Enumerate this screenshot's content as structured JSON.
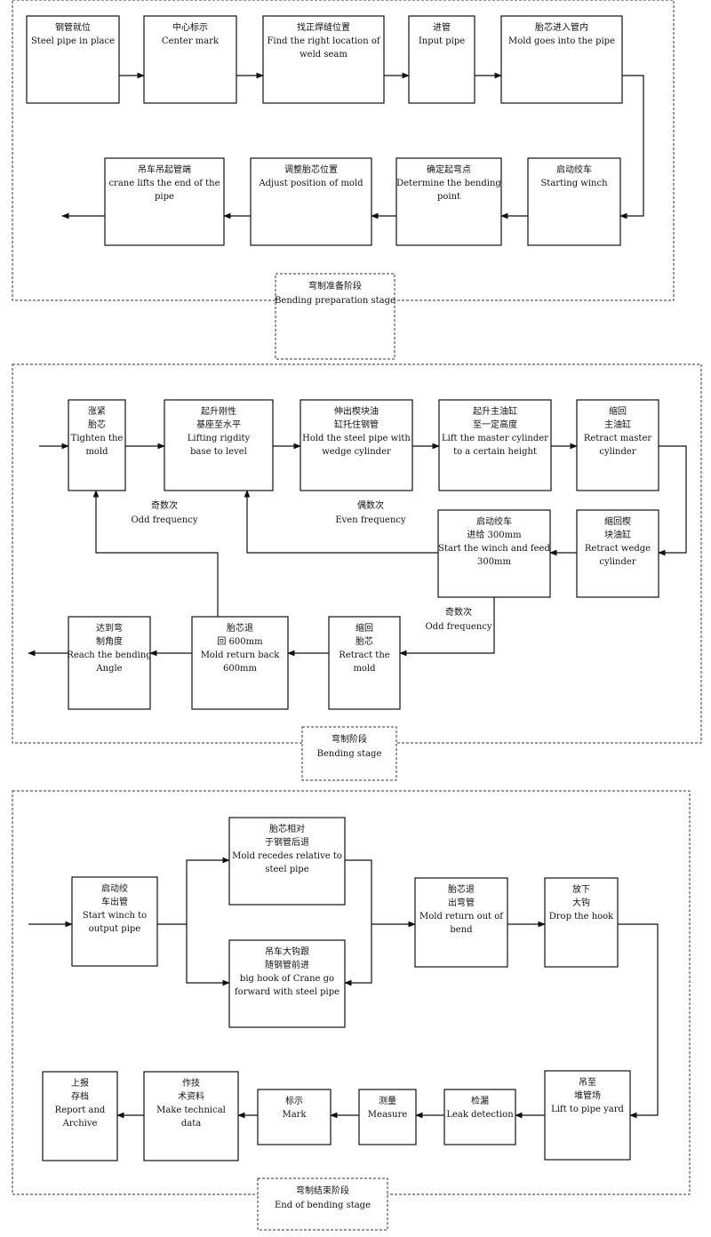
{
  "stages": {
    "prep": {
      "zh": "弯制准备阶段",
      "en": "Bending preparation stage"
    },
    "bend": {
      "zh": "弯制阶段",
      "en": "Bending stage"
    },
    "end": {
      "zh": "弯制结束阶段",
      "en": "End of bending stage"
    }
  },
  "nodes": [
    {
      "id": "steel-pipe-in-place",
      "lines": [
        "钢管就位",
        "Steel pipe in place"
      ]
    },
    {
      "id": "center-mark",
      "lines": [
        "中心标示",
        "Center mark"
      ]
    },
    {
      "id": "find-weld-seam",
      "lines": [
        "找正焊缝位置",
        "Find the right location of",
        "weld seam"
      ]
    },
    {
      "id": "input-pipe",
      "lines": [
        "进管",
        "Input pipe"
      ]
    },
    {
      "id": "mold-into-pipe",
      "lines": [
        "胎芯进入管内",
        "Mold goes into the pipe"
      ]
    },
    {
      "id": "starting-winch",
      "lines": [
        "启动绞车",
        "Starting winch"
      ]
    },
    {
      "id": "determine-bending-point",
      "lines": [
        "确定起弯点",
        "Determine the bending",
        "point"
      ]
    },
    {
      "id": "adjust-mold-position",
      "lines": [
        "调整胎芯位置",
        "Adjust position of mold"
      ]
    },
    {
      "id": "crane-lifts-pipe-end",
      "lines": [
        "吊车吊起管端",
        "crane lifts the end of the",
        "pipe"
      ]
    },
    {
      "id": "tighten-mold",
      "lines": [
        "涨紧",
        "胎芯",
        "Tighten the",
        "mold"
      ]
    },
    {
      "id": "lift-rigidity-base",
      "lines": [
        "起升刚性",
        "基座至水平",
        "Lifting rigdity",
        "base to level"
      ]
    },
    {
      "id": "hold-with-wedge",
      "lines": [
        "伸出楔块油",
        "缸托住钢管",
        "Hold the steel pipe with",
        "wedge cylinder"
      ]
    },
    {
      "id": "lift-master-cylinder",
      "lines": [
        "起升主油缸",
        "至一定高度",
        "Lift the master cylinder",
        "to a certain height"
      ]
    },
    {
      "id": "retract-master-cylinder",
      "lines": [
        "缩回",
        "主油缸",
        "Retract master",
        "cylinder"
      ]
    },
    {
      "id": "retract-wedge-cylinder",
      "lines": [
        "缩回楔",
        "块油缸",
        "Retract wedge",
        "cylinder"
      ]
    },
    {
      "id": "start-winch-feed",
      "lines": [
        "启动绞车",
        "进给 300mm",
        "Start the winch and feed",
        "300mm"
      ]
    },
    {
      "id": "retract-mold",
      "lines": [
        "缩回",
        "胎芯",
        "Retract the",
        "mold"
      ]
    },
    {
      "id": "mold-return-600",
      "lines": [
        "胎芯退",
        "回 600mm",
        "Mold return back",
        "600mm"
      ]
    },
    {
      "id": "reach-bending-angle",
      "lines": [
        "达到弯",
        "制角度",
        "Reach the bending",
        "Angle"
      ]
    },
    {
      "id": "start-winch-output",
      "lines": [
        "启动绞",
        "车出管",
        "Start winch to",
        "output pipe"
      ]
    },
    {
      "id": "mold-recedes",
      "lines": [
        "胎芯相对",
        "于钢管后退",
        "Mold recedes relative to",
        "steel pipe"
      ]
    },
    {
      "id": "crane-hook-forward",
      "lines": [
        "吊车大钩跟",
        "随钢管前进",
        "big hook of Crane go",
        "forward with steel pipe"
      ]
    },
    {
      "id": "mold-return-out",
      "lines": [
        "胎芯退",
        "出弯管",
        "Mold return out of",
        "bend"
      ]
    },
    {
      "id": "drop-hook",
      "lines": [
        "放下",
        "大钩",
        "Drop the hook"
      ]
    },
    {
      "id": "lift-to-pipe-yard",
      "lines": [
        "吊至",
        "堆管场",
        "Lift to pipe yard"
      ]
    },
    {
      "id": "leak-detection",
      "lines": [
        "检漏",
        "Leak detection"
      ]
    },
    {
      "id": "measure",
      "lines": [
        "测量",
        "Measure"
      ]
    },
    {
      "id": "mark",
      "lines": [
        "标示",
        "Mark"
      ]
    },
    {
      "id": "make-technical-data",
      "lines": [
        "作技",
        "术资料",
        "Make technical",
        "data"
      ]
    },
    {
      "id": "report-archive",
      "lines": [
        "上报",
        "存档",
        "Report and",
        "Archive"
      ]
    }
  ],
  "labels": [
    {
      "id": "odd-frequency-1",
      "lines": [
        "奇数次",
        "Odd frequency"
      ]
    },
    {
      "id": "even-frequency",
      "lines": [
        "偶数次",
        "Even frequency"
      ]
    },
    {
      "id": "odd-frequency-2",
      "lines": [
        "奇数次",
        "Odd frequency"
      ]
    }
  ],
  "edges": [
    [
      "steel-pipe-in-place",
      "center-mark"
    ],
    [
      "center-mark",
      "find-weld-seam"
    ],
    [
      "find-weld-seam",
      "input-pipe"
    ],
    [
      "input-pipe",
      "mold-into-pipe"
    ],
    [
      "mold-into-pipe",
      "starting-winch"
    ],
    [
      "starting-winch",
      "determine-bending-point"
    ],
    [
      "determine-bending-point",
      "adjust-mold-position"
    ],
    [
      "adjust-mold-position",
      "crane-lifts-pipe-end"
    ],
    [
      "tighten-mold",
      "lift-rigidity-base"
    ],
    [
      "lift-rigidity-base",
      "hold-with-wedge"
    ],
    [
      "hold-with-wedge",
      "lift-master-cylinder"
    ],
    [
      "lift-master-cylinder",
      "retract-master-cylinder"
    ],
    [
      "retract-master-cylinder",
      "retract-wedge-cylinder"
    ],
    [
      "retract-wedge-cylinder",
      "start-winch-feed"
    ],
    [
      "start-winch-feed",
      "lift-rigidity-base"
    ],
    [
      "start-winch-feed",
      "retract-mold"
    ],
    [
      "retract-mold",
      "mold-return-600"
    ],
    [
      "mold-return-600",
      "tighten-mold"
    ],
    [
      "mold-return-600",
      "reach-bending-angle"
    ],
    [
      "start-winch-output",
      "mold-recedes"
    ],
    [
      "start-winch-output",
      "crane-hook-forward"
    ],
    [
      "mold-recedes",
      "mold-return-out"
    ],
    [
      "crane-hook-forward",
      "mold-return-out"
    ],
    [
      "mold-return-out",
      "drop-hook"
    ],
    [
      "drop-hook",
      "lift-to-pipe-yard"
    ],
    [
      "lift-to-pipe-yard",
      "leak-detection"
    ],
    [
      "leak-detection",
      "measure"
    ],
    [
      "measure",
      "mark"
    ],
    [
      "mark",
      "make-technical-data"
    ],
    [
      "make-technical-data",
      "report-archive"
    ]
  ]
}
